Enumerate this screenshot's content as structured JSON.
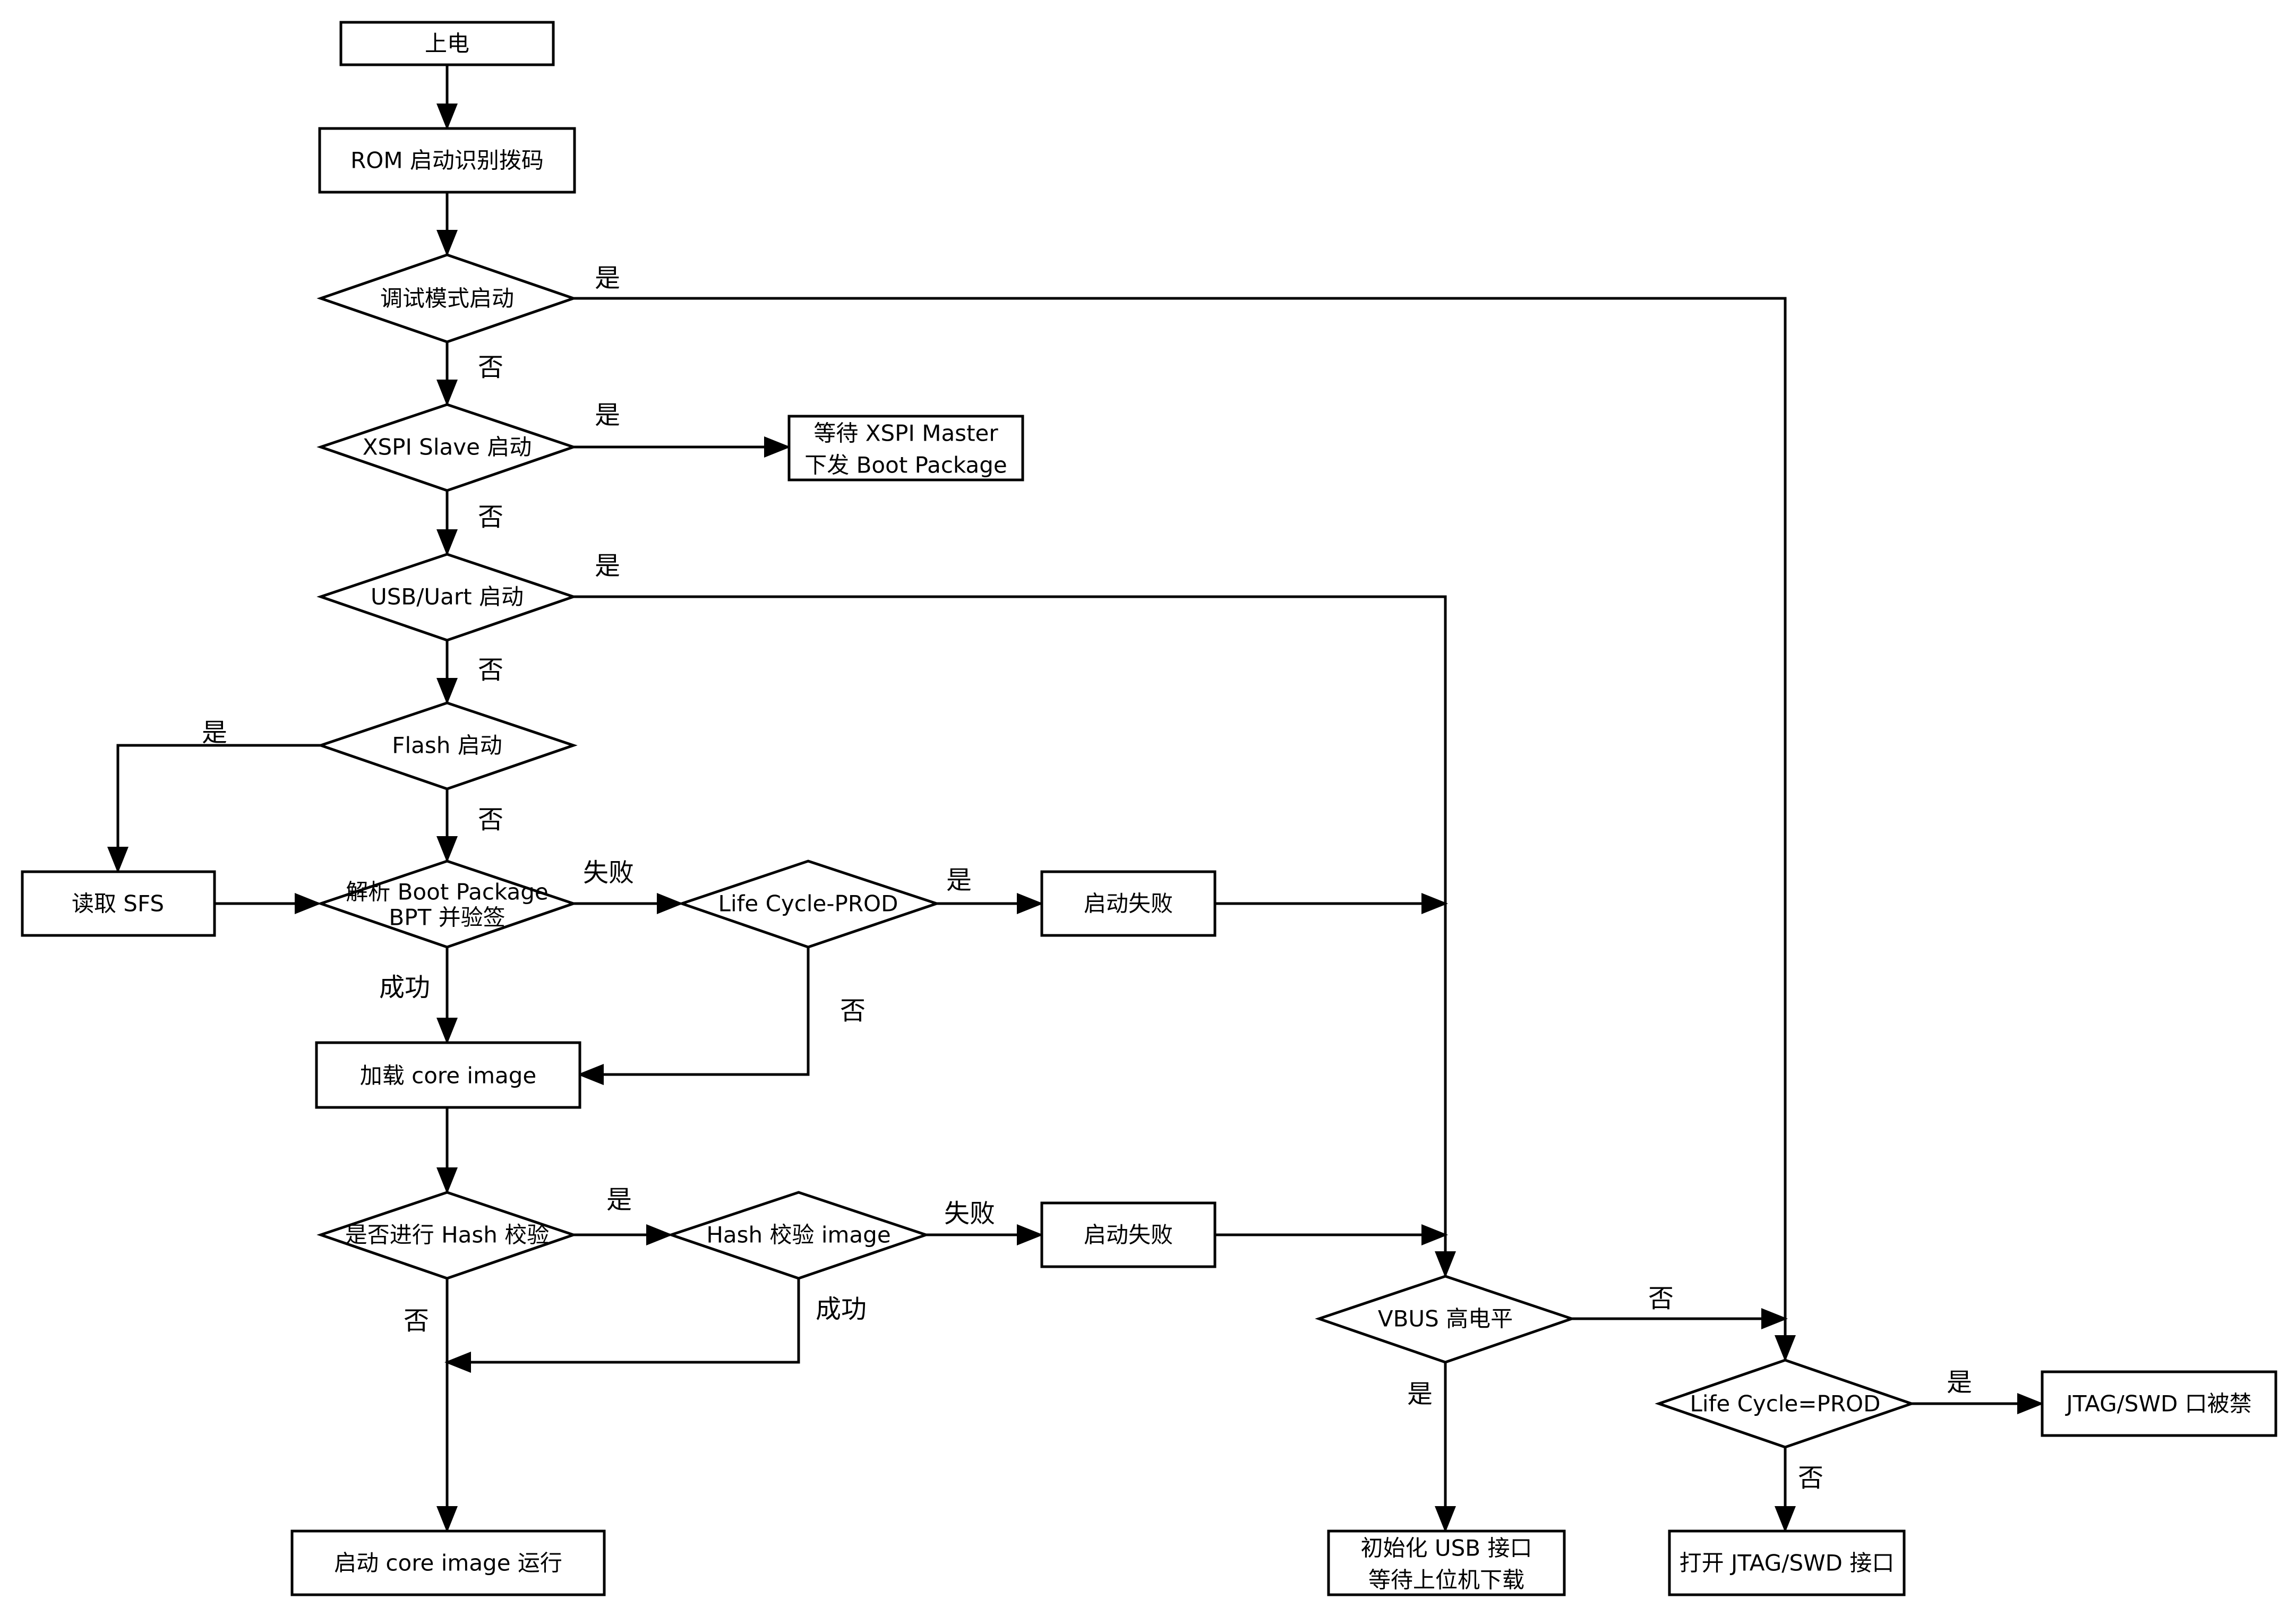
{
  "nodes": {
    "power_on": {
      "label": "上电"
    },
    "rom_boot": {
      "label": "ROM 启动识别拨码"
    },
    "debug_boot": {
      "label": "调试模式启动"
    },
    "xspi_slave": {
      "label": "XSPI Slave 启动"
    },
    "wait_xspi": {
      "line1": "等待 XSPI Master",
      "line2": "下发 Boot Package"
    },
    "usb_uart": {
      "label": "USB/Uart 启动"
    },
    "flash_boot": {
      "label": "Flash 启动"
    },
    "read_sfs": {
      "label": "读取 SFS"
    },
    "parse_bpt": {
      "line1": "解析 Boot Package",
      "line2": "BPT 并验签"
    },
    "lifecycle_prod_1": {
      "label": "Life Cycle-PROD"
    },
    "boot_fail_1": {
      "label": "启动失败"
    },
    "load_core": {
      "label": "加载 core image"
    },
    "hash_check_q": {
      "label": "是否进行 Hash 校验"
    },
    "hash_verify": {
      "label": "Hash 校验 image"
    },
    "boot_fail_2": {
      "label": "启动失败"
    },
    "run_core": {
      "label": "启动 core image 运行"
    },
    "vbus_high": {
      "label": "VBUS 高电平"
    },
    "init_usb": {
      "line1": "初始化 USB 接口",
      "line2": "等待上位机下载"
    },
    "lifecycle_prod_2": {
      "label": "Life Cycle=PROD"
    },
    "jtag_disabled": {
      "label": "JTAG/SWD 口被禁"
    },
    "open_jtag": {
      "label": "打开 JTAG/SWD 接口"
    }
  },
  "edge_labels": {
    "debug_yes": "是",
    "debug_no": "否",
    "xspi_yes": "是",
    "xspi_no": "否",
    "usb_yes": "是",
    "usb_no": "否",
    "flash_yes": "是",
    "flash_no": "否",
    "parse_fail": "失败",
    "parse_success": "成功",
    "lc1_yes": "是",
    "lc1_no": "否",
    "hashq_yes": "是",
    "hashq_no": "否",
    "hash_fail": "失败",
    "hash_success": "成功",
    "vbus_no": "否",
    "vbus_yes": "是",
    "lc2_yes": "是",
    "lc2_no": "否"
  }
}
